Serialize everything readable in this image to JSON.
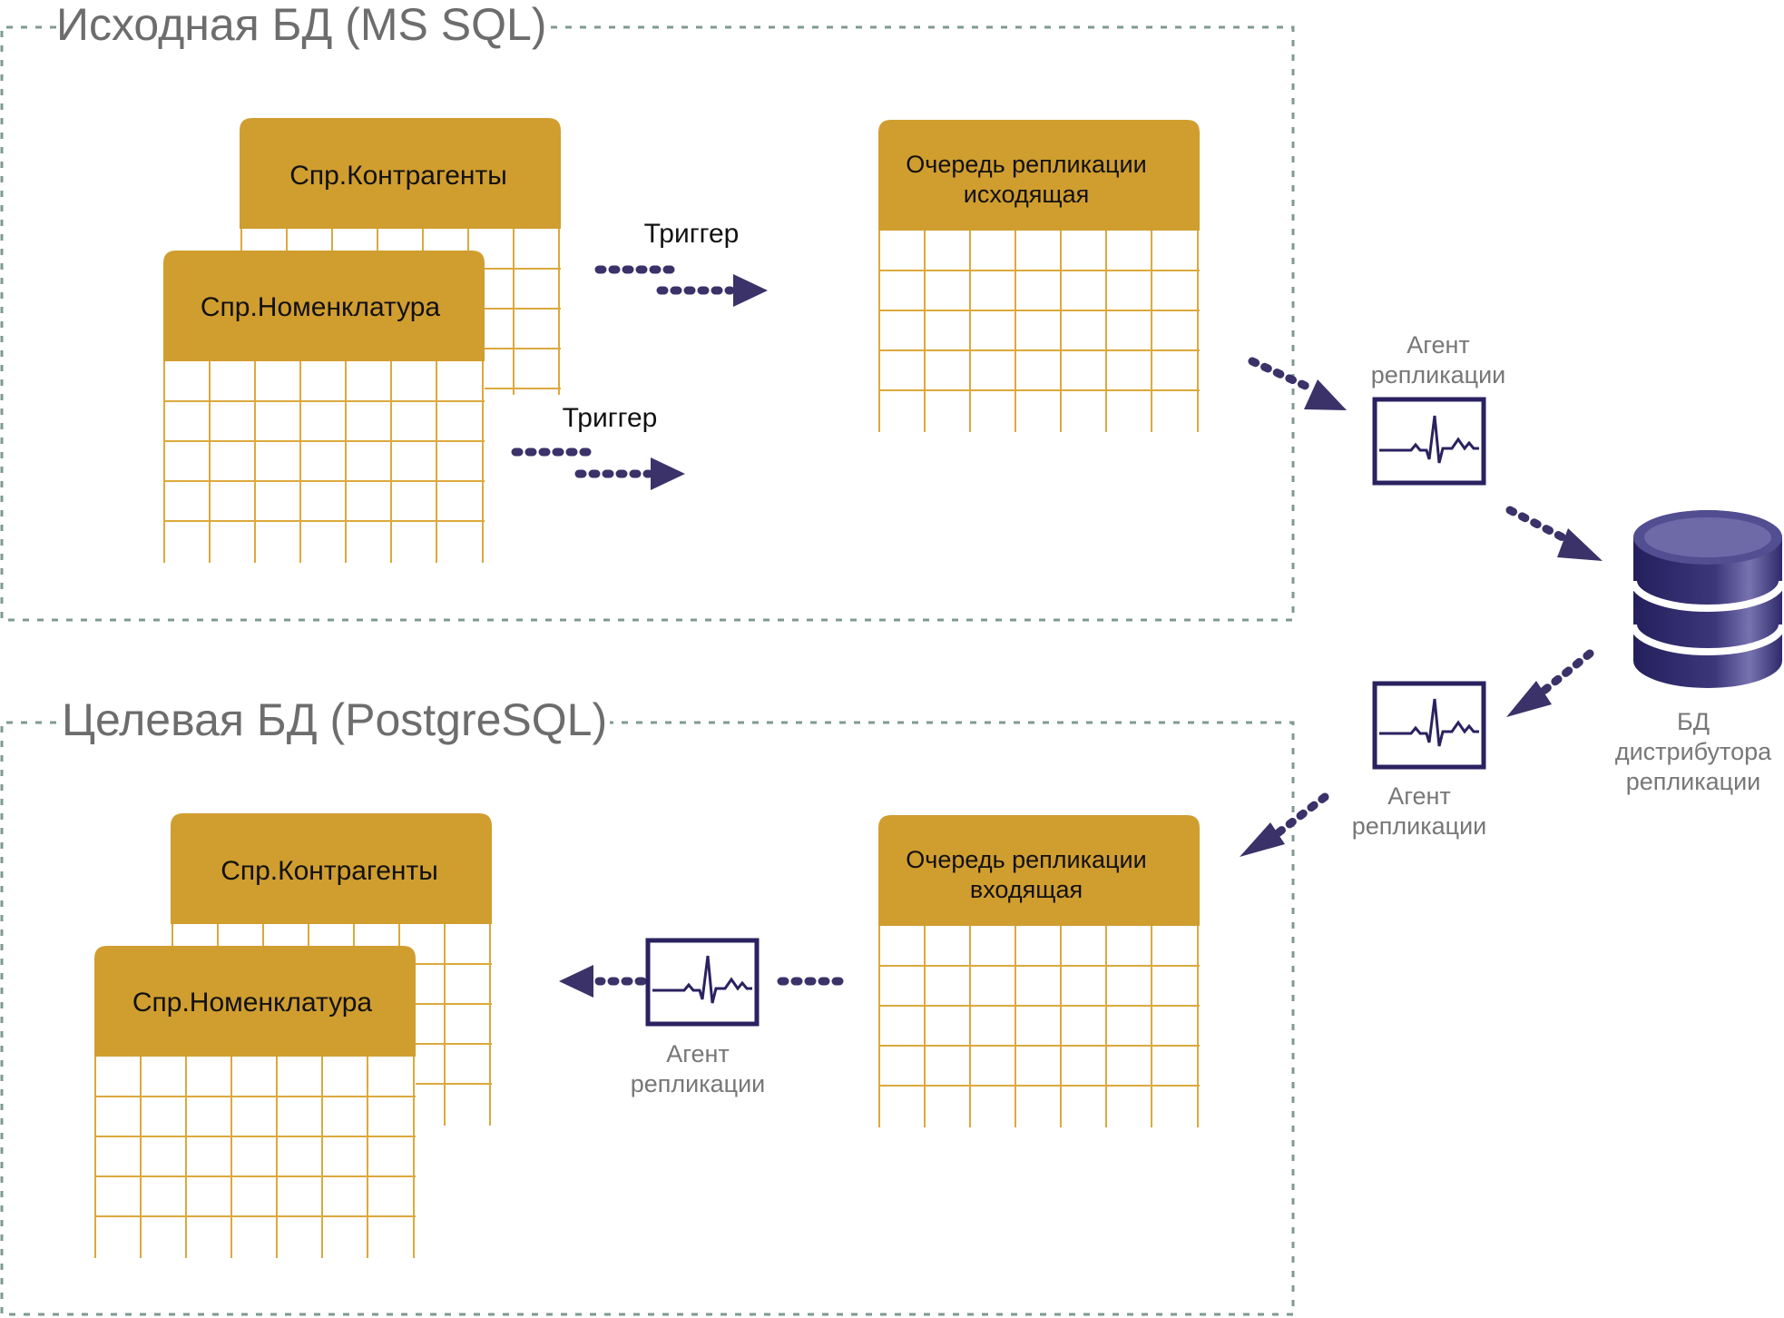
{
  "source_db": {
    "title": "Исходная БД (MS SQL)",
    "tables": [
      "Спр.Контрагенты",
      "Спр.Номенклатура"
    ],
    "queue": {
      "line1": "Очередь репликации",
      "line2": "исходящая"
    },
    "trigger_labels": [
      "Триггер",
      "Триггер"
    ]
  },
  "target_db": {
    "title": "Целевая БД (PostgreSQL)",
    "tables": [
      "Спр.Контрагенты",
      "Спр.Номенклатура"
    ],
    "queue": {
      "line1": "Очередь репликации",
      "line2": "входящая"
    }
  },
  "agents": [
    {
      "line1": "Агент",
      "line2": "репликации"
    },
    {
      "line1": "Агент",
      "line2": "репликации"
    },
    {
      "line1": "Агент",
      "line2": "репликации"
    }
  ],
  "distributor": {
    "line1": "БД",
    "line2": "дистрибутора",
    "line3": "репликации"
  },
  "colors": {
    "table_header": "#d09d2f",
    "grid": "#dba93c",
    "arrow": "#3a3269",
    "monitor": "#2a2260",
    "frame": "#7f9a92",
    "db_top": "#6e6aa8",
    "db_body": "#2d2a68"
  }
}
